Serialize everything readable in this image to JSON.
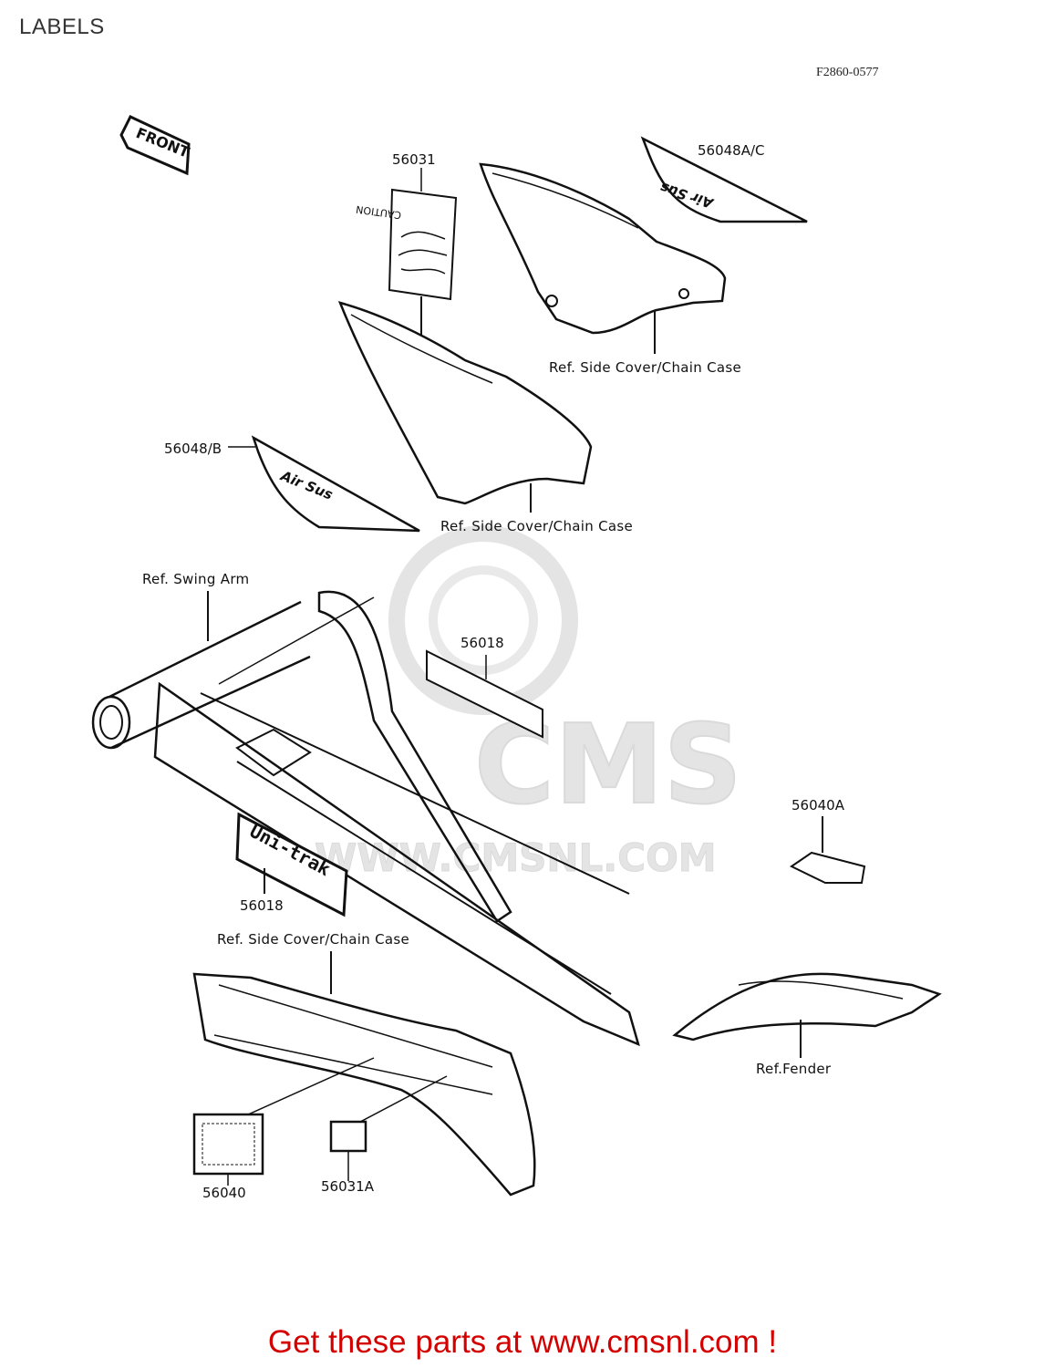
{
  "page": {
    "title": "LABELS",
    "diagram_code": "F2860-0577"
  },
  "watermark": {
    "brand": "CMS",
    "url": "WWW.CMSNL.COM"
  },
  "front_marker": "FRONT",
  "parts": [
    {
      "id": "56031",
      "label": "56031"
    },
    {
      "id": "56048AC",
      "label": "56048A/C"
    },
    {
      "id": "56048B",
      "label": "56048/B"
    },
    {
      "id": "56018-top",
      "label": "56018"
    },
    {
      "id": "56018-bottom",
      "label": "56018"
    },
    {
      "id": "56040A",
      "label": "56040A"
    },
    {
      "id": "56040",
      "label": "56040"
    },
    {
      "id": "56031A",
      "label": "56031A"
    }
  ],
  "references": [
    {
      "id": "side-cover-1",
      "label": "Ref. Side Cover/Chain Case"
    },
    {
      "id": "side-cover-2",
      "label": "Ref. Side Cover/Chain Case"
    },
    {
      "id": "swing-arm",
      "label": "Ref. Swing Arm"
    },
    {
      "id": "side-cover-3",
      "label": "Ref. Side Cover/Chain Case"
    },
    {
      "id": "fender",
      "label": "Ref.Fender"
    }
  ],
  "decal_texts": {
    "caution": "CAUTION",
    "airsus_1": "Air Sus",
    "airsus_2": "Air Sus",
    "unitrak": "Uni-trak"
  },
  "footer": {
    "text": "Get these parts at www.cmsnl.com !"
  },
  "colors": {
    "footer": "#d40000",
    "line": "#111111",
    "watermark": "#cfcfcf"
  }
}
